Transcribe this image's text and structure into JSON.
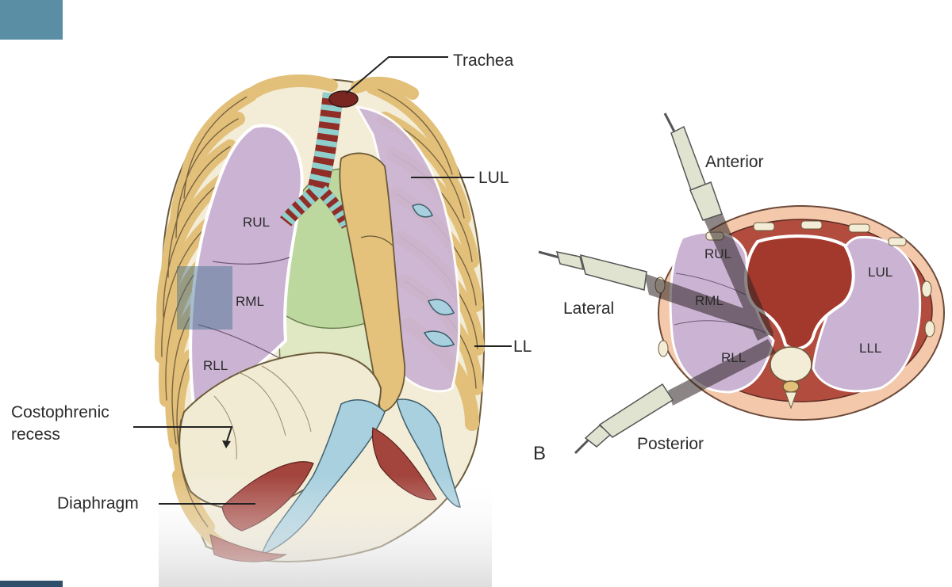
{
  "colors": {
    "corner_tab": "#5a8ea5",
    "lung": "#cbb3d3",
    "lung_outline": "#ffffff",
    "rib_bone": "#e2c07a",
    "rib_inner": "#f3ecd6",
    "heart_green": "#bcd89f",
    "diaphragm": "#f1ebd4",
    "vessel_blue": "#a9d0df",
    "muscle_red": "#a3443d",
    "heart_red": "#a3382c",
    "skin": "#f4c8aa",
    "transducer": "#e0e3cf"
  },
  "figure_a": {
    "labels": {
      "trachea": "Trachea",
      "lul": "LUL",
      "lll_partial": "LL",
      "rul": "RUL",
      "rml": "RML",
      "rll": "RLL",
      "costophrenic_line1": "Costophrenic",
      "costophrenic_line2": "recess",
      "diaphragm": "Diaphragm"
    }
  },
  "figure_b": {
    "panel_letter": "B",
    "labels": {
      "anterior": "Anterior",
      "lateral": "Lateral",
      "posterior": "Posterior",
      "rul": "RUL",
      "rml": "RML",
      "rll": "RLL",
      "lul": "LUL",
      "lll": "LLL"
    }
  }
}
